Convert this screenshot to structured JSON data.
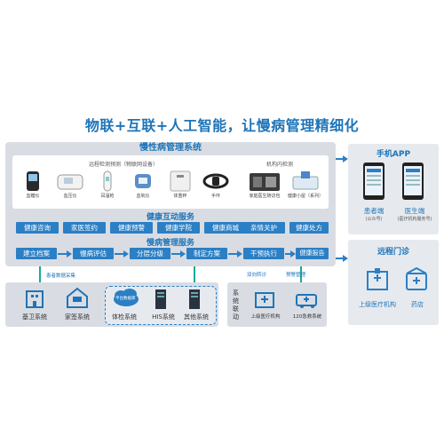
{
  "headline": "物联+互联+人工智能，让慢病管理精细化",
  "main": {
    "title": "慢性病管理系统",
    "remote_label": "远程检测预测（物联网设备）",
    "inst_label": "机构内检测",
    "devices": [
      "血糖仪",
      "血压仪",
      "耳温枪",
      "血氧仪",
      "体重秤",
      "手环",
      "家庭医生随访包",
      "健康小屋（系列）"
    ],
    "interaction_title": "健康互动服务",
    "interaction_services": [
      "健康咨询",
      "家医签约",
      "健康预警",
      "健康学院",
      "健康商城",
      "亲情关护",
      "健康处方"
    ],
    "mgmt_title": "慢病管理服务",
    "mgmt_steps": [
      "建立档案",
      "慢病评估",
      "分层分级",
      "制定方案",
      "干预执行",
      "健康报告"
    ]
  },
  "mobile": {
    "title": "手机APP",
    "patient": "患者端",
    "patient_sub": "(公众号)",
    "doctor": "医生端",
    "doctor_sub": "(医疗机构服务号)"
  },
  "clinic": {
    "title": "远程门诊",
    "hospital": "上级医疗机构",
    "pharmacy": "药店"
  },
  "bottom": {
    "collect_label": "患者数据采集",
    "jiwei": "基卫系统",
    "jiaqian": "家签系统",
    "platform": "平台数据库",
    "tijian": "体检系统",
    "his": "HIS系统",
    "other": "其他系统",
    "referral_label": "双向转诊",
    "alert_label": "预警管理",
    "linkage_label": "系统联动",
    "upper_hospital": "上级医疗机构",
    "emergency": "120急救系统"
  }
}
